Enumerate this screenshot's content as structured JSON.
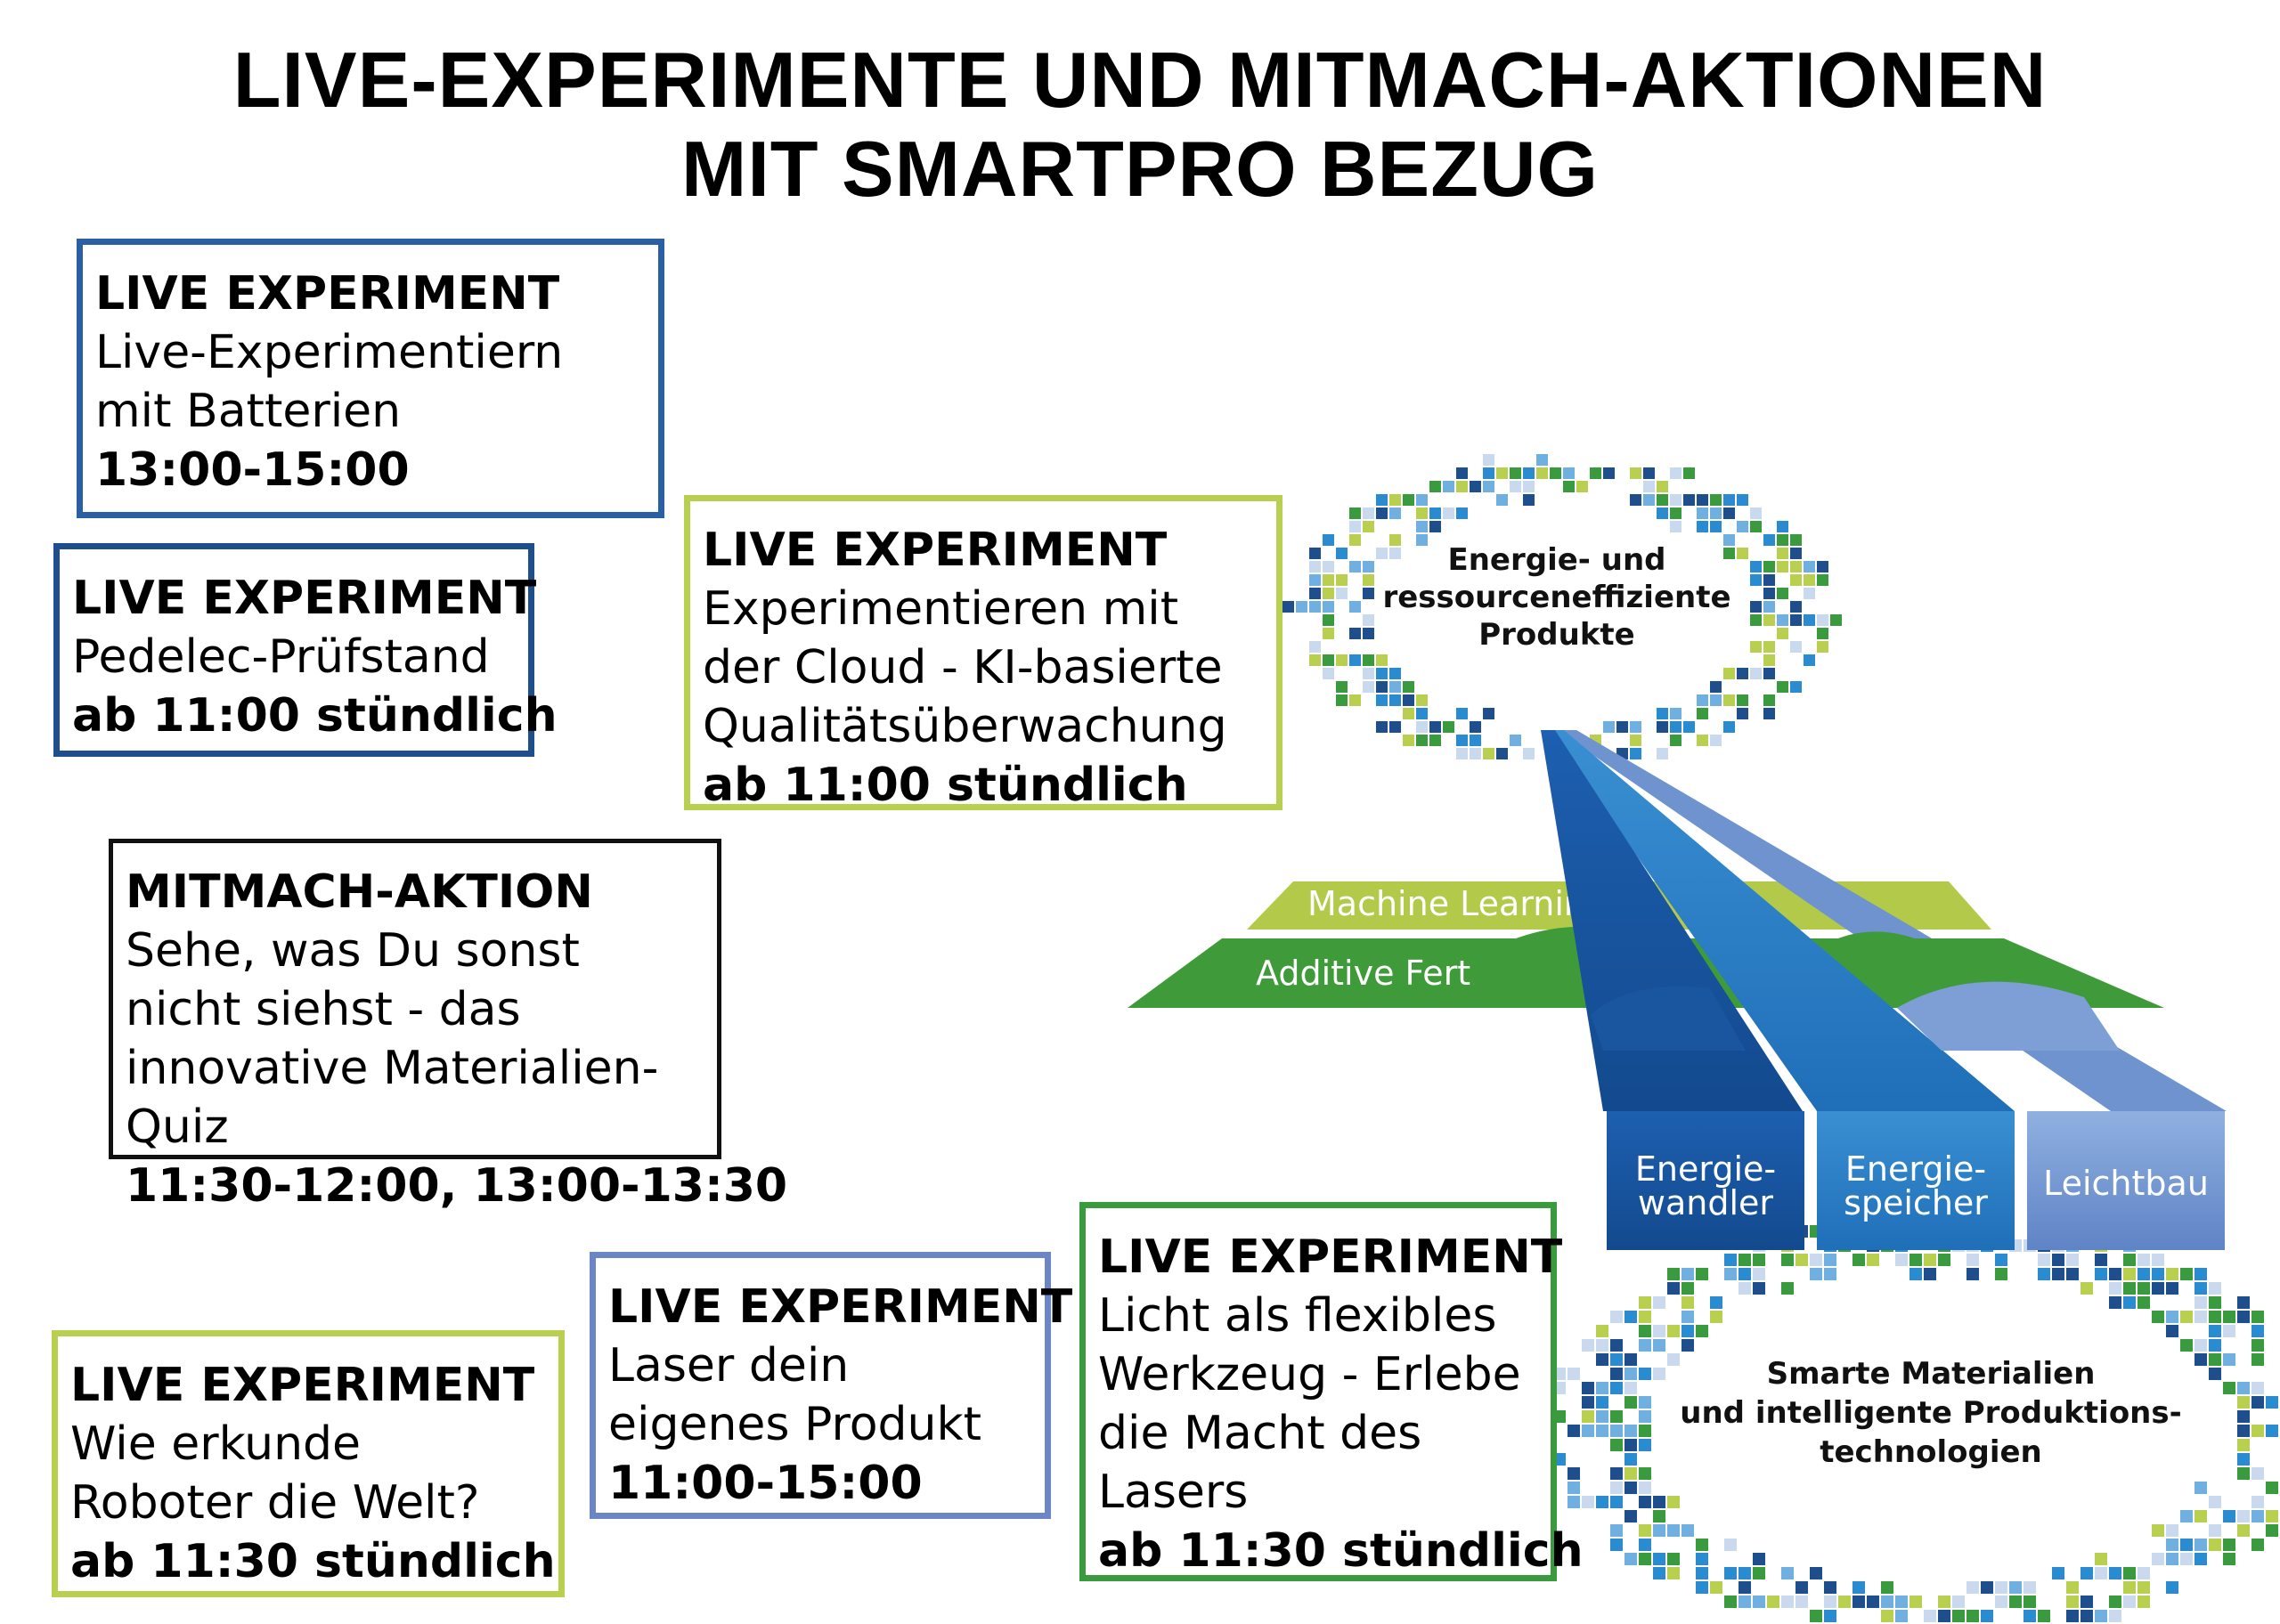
{
  "title": {
    "line1": "LIVE-EXPERIMENTE UND MITMACH-AKTIONEN",
    "line2": "MIT SMARTPRO BEZUG"
  },
  "cards": [
    {
      "title": "LIVE EXPERIMENT",
      "desc": "Live-Experimentiern mit Batterien",
      "time": "13:00-15:00",
      "border": "#2a5fa3"
    },
    {
      "title": "LIVE EXPERIMENT",
      "desc": "Pedelec-Prüfstand",
      "time": "ab 11:00 stündlich",
      "border": "#1f4e8c"
    },
    {
      "title": "LIVE EXPERIMENT",
      "desc": "Experimentieren mit der Cloud - KI-basierte Qualitätsüberwachung",
      "time": "ab 11:00 stündlich",
      "border": "#b8cf4f"
    },
    {
      "title": "MITMACH-AKTION",
      "desc": "Sehe, was Du sonst nicht siehst - das innovative Materialien-Quiz",
      "time": "11:30-12:00, 13:00-13:30",
      "border": "#111111"
    },
    {
      "title": "LIVE EXPERIMENT",
      "desc": "Wie erkunde Roboter die Welt?",
      "time": "ab 11:30 stündlich",
      "border": "#b8cf4f"
    },
    {
      "title": "LIVE EXPERIMENT",
      "desc": "Laser dein eigenes Produkt",
      "time": "11:00-15:00",
      "border": "#6c85c4"
    },
    {
      "title": "LIVE EXPERIMENT",
      "desc": "Licht als flexibles Werkzeug - Erlebe die Macht des Lasers",
      "time": "ab 11:30 stündlich",
      "border": "#3a9a3e"
    }
  ],
  "diagram": {
    "top_label": [
      "Energie- und",
      "ressourceneffiziente",
      "Produkte"
    ],
    "bottom_label": [
      "Smarte Materialien",
      "und intelligente Produktions-",
      "technologien"
    ],
    "layers": [
      "Machine Learning",
      "Additive Fertigung"
    ],
    "pillars": [
      {
        "line1": "Energie-",
        "line2": "wandler",
        "color": "#1f5aa3"
      },
      {
        "line1": "Energie-",
        "line2": "speicher",
        "color": "#2f7fc4"
      },
      {
        "line1": "Leichtbau",
        "line2": "",
        "color": "#6f93cf"
      }
    ],
    "colors": {
      "machine_learning": "#b3c94a",
      "additive_fertigung": "#3f9b3a",
      "pixel_palette": [
        "#1f4e8c",
        "#2a8bd0",
        "#6fb0e0",
        "#b8cf4f",
        "#3a9a3e",
        "#c9d9ee"
      ]
    }
  }
}
